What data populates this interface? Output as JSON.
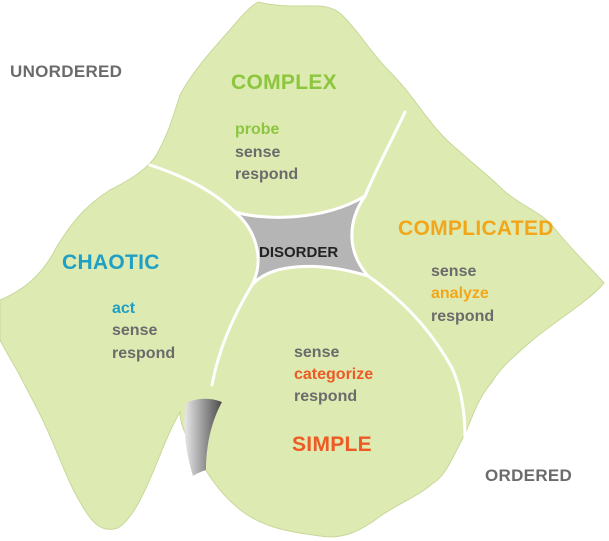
{
  "corners": {
    "top_left": "UNORDERED",
    "bottom_right": "ORDERED"
  },
  "domains": {
    "complex": {
      "title": "COMPLEX",
      "steps": [
        "probe",
        "sense",
        "respond"
      ],
      "color": "#8cc63f"
    },
    "complicated": {
      "title": "COMPLICATED",
      "steps": [
        "sense",
        "analyze",
        "respond"
      ],
      "color": "#f2a71b"
    },
    "chaotic": {
      "title": "CHAOTIC",
      "steps": [
        "act",
        "sense",
        "respond"
      ],
      "color": "#1f9fc4"
    },
    "simple": {
      "title": "SIMPLE",
      "steps": [
        "sense",
        "categorize",
        "respond"
      ],
      "color": "#ee5a24"
    },
    "disorder": {
      "title": "DISORDER"
    }
  },
  "colors": {
    "land": "#ddeab2",
    "border": "#ffffff",
    "text_gray": "#6b6b6b",
    "disorder_fill": "#b5b5b5",
    "dark": "#222222"
  }
}
